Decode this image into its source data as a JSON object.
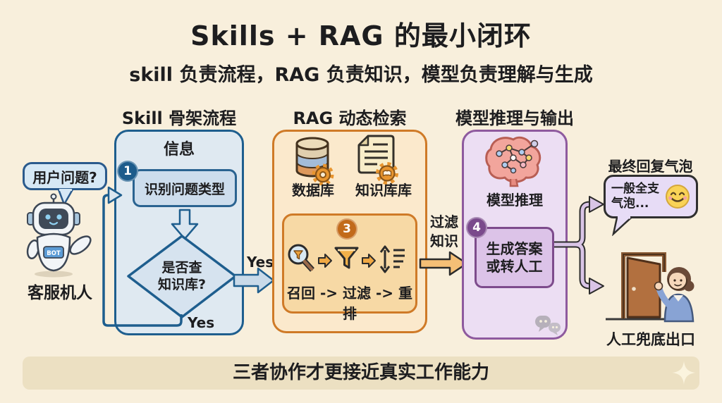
{
  "header": {
    "title": "Skills + RAG 的最小闭环",
    "subtitle": "skill 负责流程，RAG 负责知识，模型负责理解与生成"
  },
  "skill": {
    "header": "Skill 骨架流程",
    "info_label": "信息",
    "step1_badge": "1",
    "step1_label": "识别问题类型",
    "decision_line1": "是否查",
    "decision_line2": "知识库?",
    "yes_right": "Yes",
    "yes_bottom": "Yes"
  },
  "rag": {
    "header": "RAG 动态检索",
    "database_label": "数据库",
    "knowledge_label": "知识库库",
    "step3_badge": "3",
    "pipeline_label": "召回 -> 过滤 -> 重排"
  },
  "model": {
    "header": "模型推理与输出",
    "inference_label": "模型推理",
    "step4_badge": "4",
    "answer_line1": "生成答案",
    "answer_line2": "或转人工"
  },
  "user": {
    "bubble_text": "用户问题?",
    "robot_caption": "客服机人",
    "bot_chest_label": "BOT"
  },
  "connector": {
    "filter_line1": "过滤",
    "filter_line2": "知识"
  },
  "output": {
    "bubble_title": "最终回复气泡",
    "bubble_line1": "一般全支",
    "bubble_line2": "气泡...",
    "exit_caption": "人工兜底出口"
  },
  "footer": {
    "text": "三者协作才更接近真实工作能力"
  },
  "colors": {
    "background": "#f8efdc",
    "skill_accent": "#1e5e8e",
    "rag_accent": "#cf7a27",
    "model_accent": "#8e5a9e",
    "banner_bg": "#ece0c2"
  }
}
